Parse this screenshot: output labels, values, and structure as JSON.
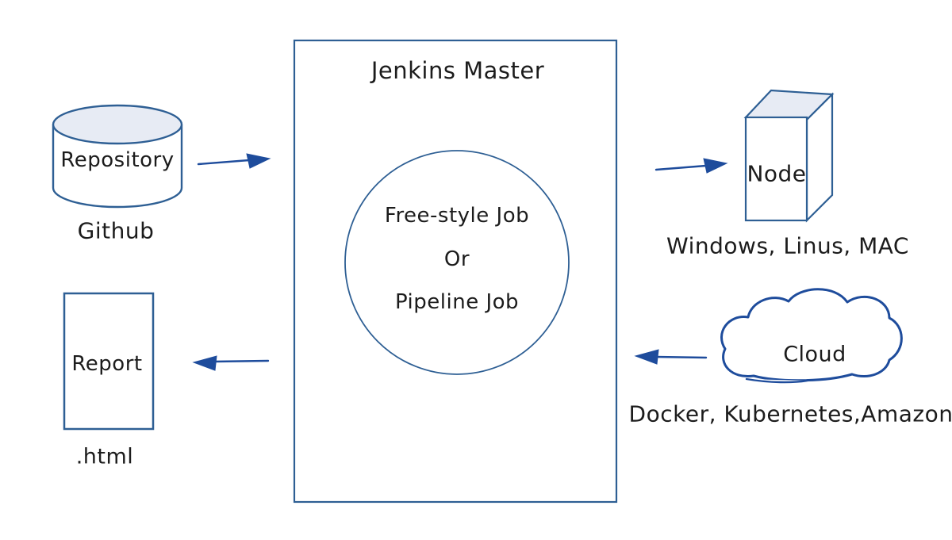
{
  "colors": {
    "outline": "#2e5f94",
    "arrow": "#1e4c9c",
    "fill_top": "#e7ebf4",
    "shape_fill": "#ffffff",
    "text": "#1c1c1c",
    "background": "#ffffff"
  },
  "diagram": {
    "master": {
      "title": "Jenkins Master",
      "job_line1": "Free-style Job",
      "job_line2": "Or",
      "job_line3": "Pipeline Job"
    },
    "repository": {
      "label": "Repository",
      "caption": "Github"
    },
    "node": {
      "label": "Node",
      "caption": "Windows, Linus, MAC"
    },
    "cloud": {
      "label": "Cloud",
      "caption": "Docker, Kubernetes,Amazon"
    },
    "report": {
      "label": "Report",
      "caption": ".html"
    }
  }
}
